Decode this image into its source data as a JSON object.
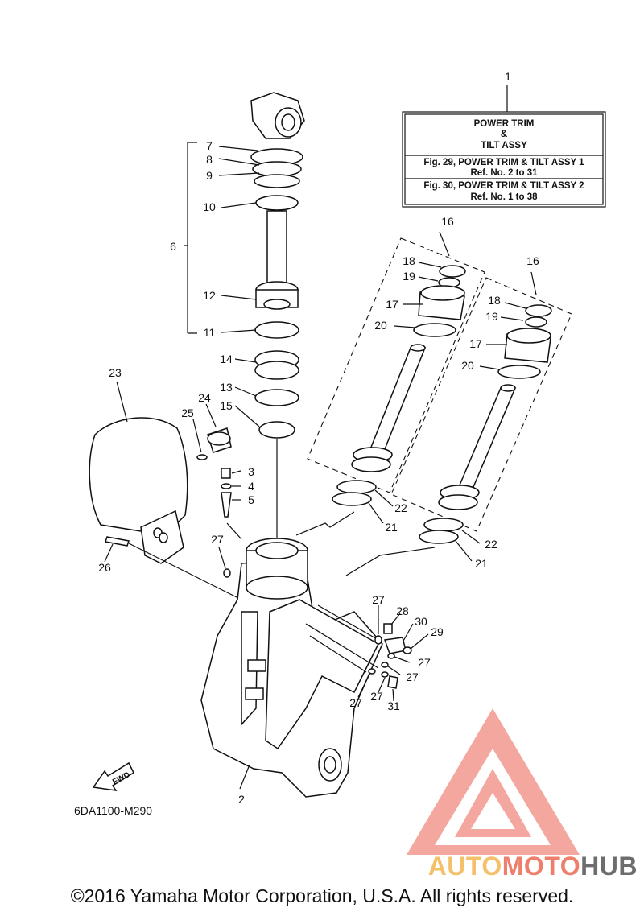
{
  "info_box": {
    "ref": "1",
    "line1": "POWER TRIM",
    "line2": "&",
    "line3": "TILT ASSY",
    "line4": "Fig. 29, POWER TRIM & TILT ASSY 1",
    "line5": "Ref. No. 2 to 31",
    "line6": "Fig. 30, POWER TRIM & TILT ASSY 2",
    "line7": "Ref. No. 1 to 38"
  },
  "callouts": [
    "2",
    "3",
    "4",
    "5",
    "6",
    "7",
    "8",
    "9",
    "10",
    "11",
    "12",
    "13",
    "14",
    "15",
    "16",
    "16",
    "17",
    "17",
    "18",
    "18",
    "19",
    "19",
    "20",
    "20",
    "21",
    "21",
    "22",
    "22",
    "23",
    "24",
    "25",
    "26",
    "27",
    "27",
    "27",
    "27",
    "27",
    "27",
    "28",
    "29",
    "30",
    "31"
  ],
  "fwd_label": "FWD",
  "drawing_code": "6DA1100-M290",
  "copyright": "©2016 Yamaha Motor Corporation, U.S.A. All rights reserved.",
  "watermark": {
    "part1": "AUTO",
    "part2": "MOTO",
    "part3": "HUB"
  },
  "colors": {
    "line": "#111111",
    "logo_red": "#f08a80",
    "logo_yellow": "#f4c06a",
    "logo_grey": "#6d6d6d"
  }
}
